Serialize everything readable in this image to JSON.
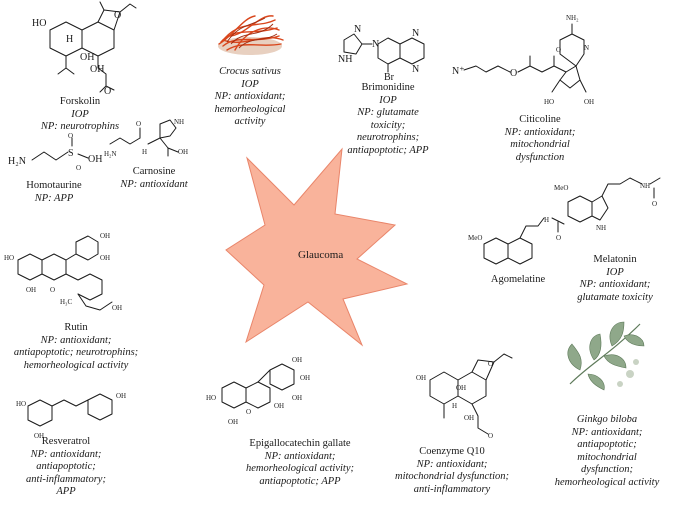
{
  "center": {
    "label": "Glaucoma",
    "fill": "#F9B39B",
    "stroke": "#E9856A"
  },
  "captions": {
    "forskolin": {
      "name": "Forskolin",
      "lines": [
        "IOP",
        "NP: neurotrophins"
      ]
    },
    "crocus": {
      "name": "",
      "lines": [
        "Crocus sativus",
        "IOP",
        "NP: antioxidant;",
        "hemorheological",
        "activity"
      ]
    },
    "brimonidine": {
      "name": "Brimonidine",
      "lines": [
        "IOP",
        "NP: glutamate",
        "toxicity;",
        "neurotrophins;",
        "antiapoptotic; APP"
      ]
    },
    "citicoline": {
      "name": "Citicoline",
      "lines": [
        "NP: antioxidant;",
        "mitochondrial",
        "dysfunction"
      ]
    },
    "homotaurine": {
      "name": "Homotaurine",
      "lines": [
        "NP: APP"
      ]
    },
    "carnosine": {
      "name": "Carnosine",
      "lines": [
        "NP: antioxidant"
      ]
    },
    "agomelatine": {
      "name": "Agomelatine",
      "lines": []
    },
    "melatonin": {
      "name": "Melatonin",
      "lines": [
        "IOP",
        "NP: antioxidant;",
        "glutamate toxicity"
      ]
    },
    "rutin": {
      "name": "Rutin",
      "lines": [
        "NP: antioxidant;",
        "antiapoptotic; neurotrophins;",
        "hemorheological activity"
      ]
    },
    "resveratrol": {
      "name": "Resveratrol",
      "lines": [
        "NP: antioxidant;",
        "antiapoptotic;",
        "anti-inflammatory;",
        "APP"
      ]
    },
    "egcg": {
      "name": "Epigallocatechin gallate",
      "lines": [
        "NP: antioxidant;",
        "hemorheological activity;",
        "antiapoptotic; APP"
      ]
    },
    "coq10": {
      "name": "Coenzyme Q10",
      "lines": [
        "NP: antioxidant;",
        "mitochondrial dysfunction;",
        "anti-inflammatory"
      ]
    },
    "ginkgo": {
      "name": "",
      "lines": [
        "Ginkgo biloba",
        "NP: antioxidant;",
        "antiapoptotic;",
        "mitochondrial",
        "dysfunction;",
        "hemorheological activity"
      ]
    }
  },
  "atoms": {
    "ho": "HO",
    "oh": "OH",
    "o": "O",
    "h": "H",
    "n": "N",
    "nh": "NH",
    "hn": "HN",
    "h2n": "H₂N",
    "nh2": "NH₂",
    "br": "Br",
    "s": "S",
    "meo": "MeO",
    "h3c": "H₃C",
    "h_cap": "H",
    "n_plus": "N⁺"
  },
  "colors": {
    "saffron": "#D9461C",
    "saffron_dark": "#9E2A0E",
    "ginkgo_leaf": "#8FA88A",
    "ginkgo_dark": "#5E7A5A"
  }
}
